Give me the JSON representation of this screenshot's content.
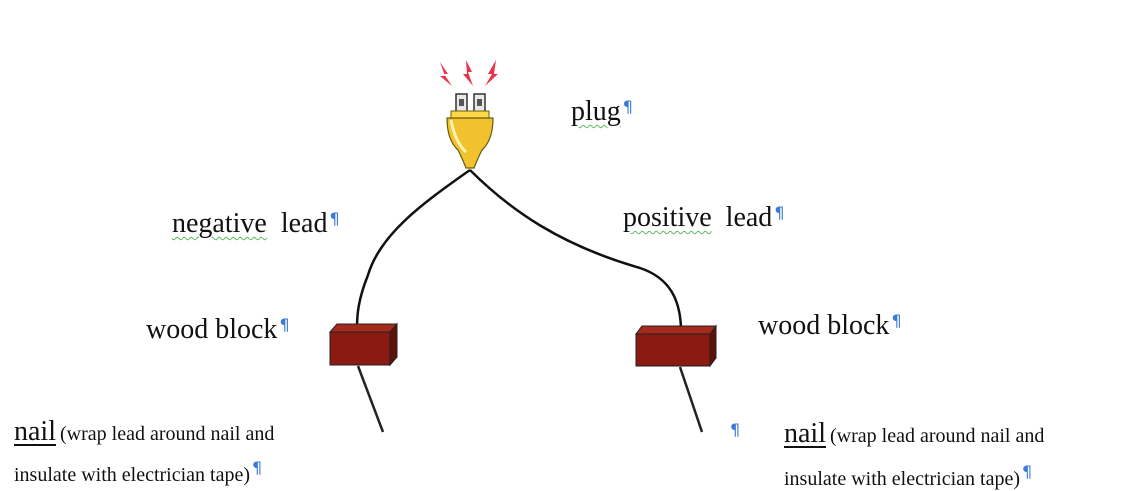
{
  "labels": {
    "plug": "plug",
    "negative_lead_word": "negative",
    "negative_lead_suffix": "lead",
    "positive_lead_word": "positive",
    "positive_lead_suffix": "lead",
    "wood_block_left": "wood block",
    "wood_block_right": "wood block",
    "nail_left_word": "nail",
    "nail_left_note_1": "(wrap lead around nail and",
    "nail_left_note_2": "insulate with electrician tape)",
    "nail_right_word": "nail",
    "nail_right_note_1": "(wrap lead around nail and",
    "nail_right_note_2": "insulate with electrician tape)",
    "pilcrow": "¶"
  },
  "colors": {
    "wire": "#111111",
    "wood_block": "#8b1a12",
    "plug_body": "#f2c12e",
    "spark": "#e8334a",
    "pilcrow": "#3a7bd5",
    "spellcheck": "#5cb85c"
  },
  "icons": {
    "plug": "plug-icon",
    "spark": "spark-icon",
    "wood_block": "wood-block-icon",
    "nail": "nail-icon"
  }
}
